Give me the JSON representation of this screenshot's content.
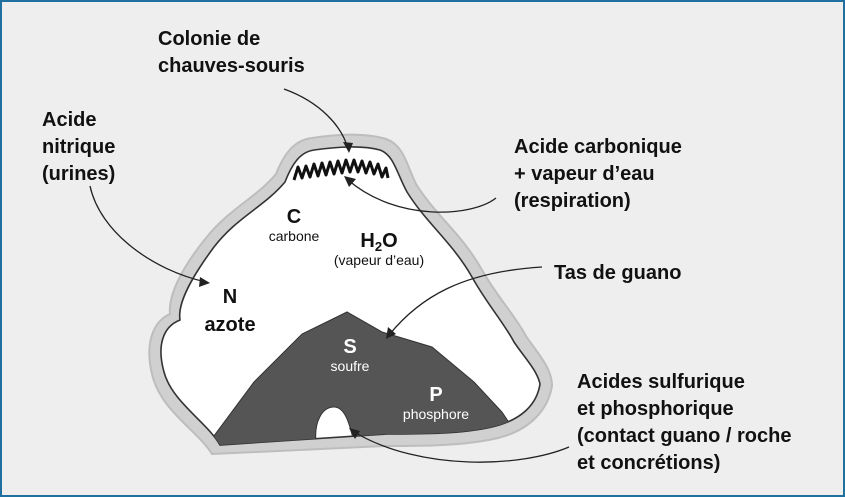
{
  "colors": {
    "frame_border": "#1f6f9f",
    "background": "#eeeeee",
    "cave_wall": "#d0d0d0",
    "guano": "#555555"
  },
  "labels": {
    "bats": [
      "Colonie de",
      "chauves-souris"
    ],
    "nitric": [
      "Acide",
      "nitrique",
      "(urines)"
    ],
    "carbonic": [
      "Acide carbonique",
      "+ vapeur d’eau",
      "(respiration)"
    ],
    "guano_pile": "Tas de guano",
    "acids": [
      "Acides sulfurique",
      "et phosphorique",
      "(contact guano / roche",
      "et concrétions)"
    ]
  },
  "elements": {
    "carbon": {
      "symbol": "C",
      "name": "carbone"
    },
    "water": {
      "symbol_h": "H",
      "symbol_sub": "2",
      "symbol_o": "O",
      "name": "(vapeur d’eau)"
    },
    "nitrogen": {
      "symbol": "N",
      "name": "azote"
    },
    "sulfur": {
      "symbol": "S",
      "name": "soufre"
    },
    "phosphorus": {
      "symbol": "P",
      "name": "phosphore"
    }
  }
}
